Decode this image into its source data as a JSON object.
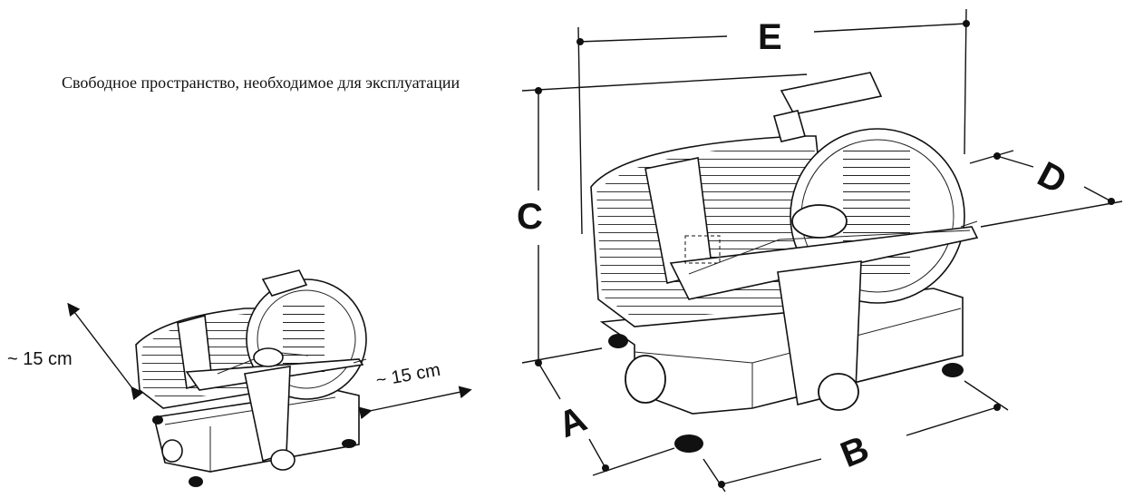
{
  "caption": "Свободное пространство, необходимое для эксплуатации",
  "clearance": {
    "side_label": "~ 15 cm",
    "rear_label": "~ 15 cm"
  },
  "dimensions": {
    "A": "A",
    "B": "B",
    "C": "C",
    "D": "D",
    "E": "E"
  }
}
